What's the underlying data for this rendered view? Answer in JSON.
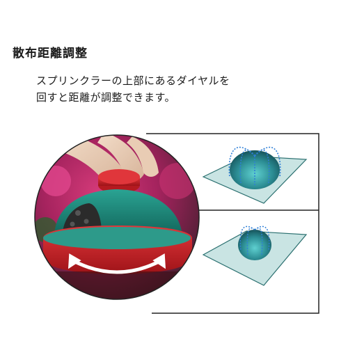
{
  "heading": "散布距離調整",
  "description": {
    "line1": "スプリンクラーの上部にあるダイヤルを",
    "line2": "回すと距離が調整できます。"
  },
  "icons": {
    "photo": "sprinkler-dial-photo",
    "rotate_arrow": "double-headed-curved-arrow-icon",
    "spray_wide": "wide-spray-dome-icon",
    "spray_narrow": "narrow-spray-dome-icon"
  },
  "colors": {
    "sprinkler_body": "#1f8a7c",
    "dial_red": "#d9222a",
    "frame_border": "#222222",
    "water_blue": "#2f7fd6",
    "panel_plate": "#b9d8d8"
  }
}
